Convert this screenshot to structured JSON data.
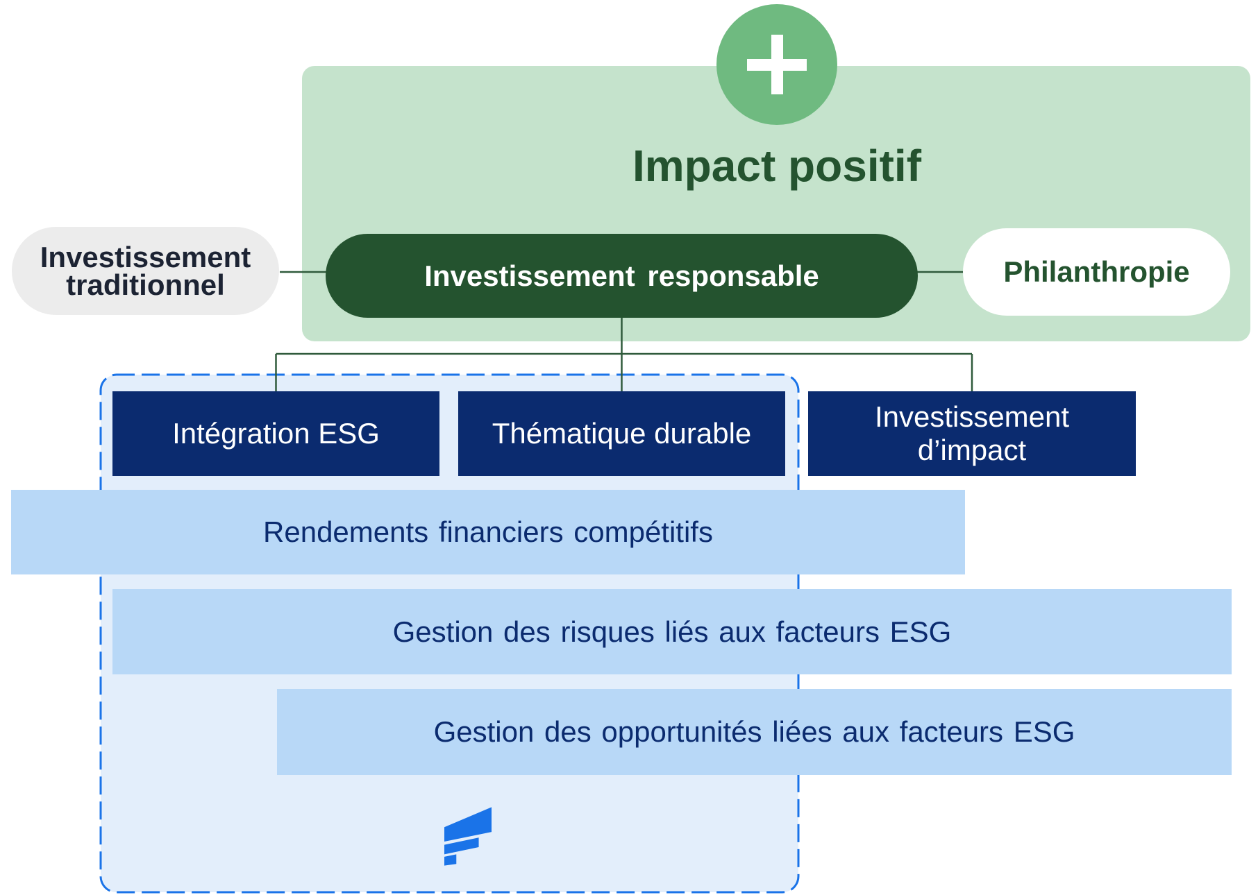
{
  "title": "Impact positif",
  "badge_icon": "plus-icon",
  "hub": {
    "label": "Investissement responsable"
  },
  "left_node": {
    "line1": "Investissement",
    "line2": "traditionnel"
  },
  "right_node": {
    "label": "Philanthropie"
  },
  "approaches": [
    {
      "label": "Intégration ESG"
    },
    {
      "label": "Thématique durable"
    },
    {
      "line1": "Investissement",
      "line2": "d’impact"
    }
  ],
  "objectives": [
    "Rendements financiers compétitifs",
    "Gestion des risques liés aux facteurs ESG",
    "Gestion des opportunités liées aux facteurs ESG"
  ],
  "brand_logo": "flag-logo",
  "colors": {
    "green_panel": "#c5e3cc",
    "green_badge": "#6fba80",
    "green_dark": "#24532f",
    "neutral_pill": "#ececec",
    "navy": "#0b2b6f",
    "light_blue": "#b8d8f7",
    "brand_blue": "#1a73e8",
    "dashed_fill": "#e3eefb",
    "connector": "#2f5a3b"
  }
}
